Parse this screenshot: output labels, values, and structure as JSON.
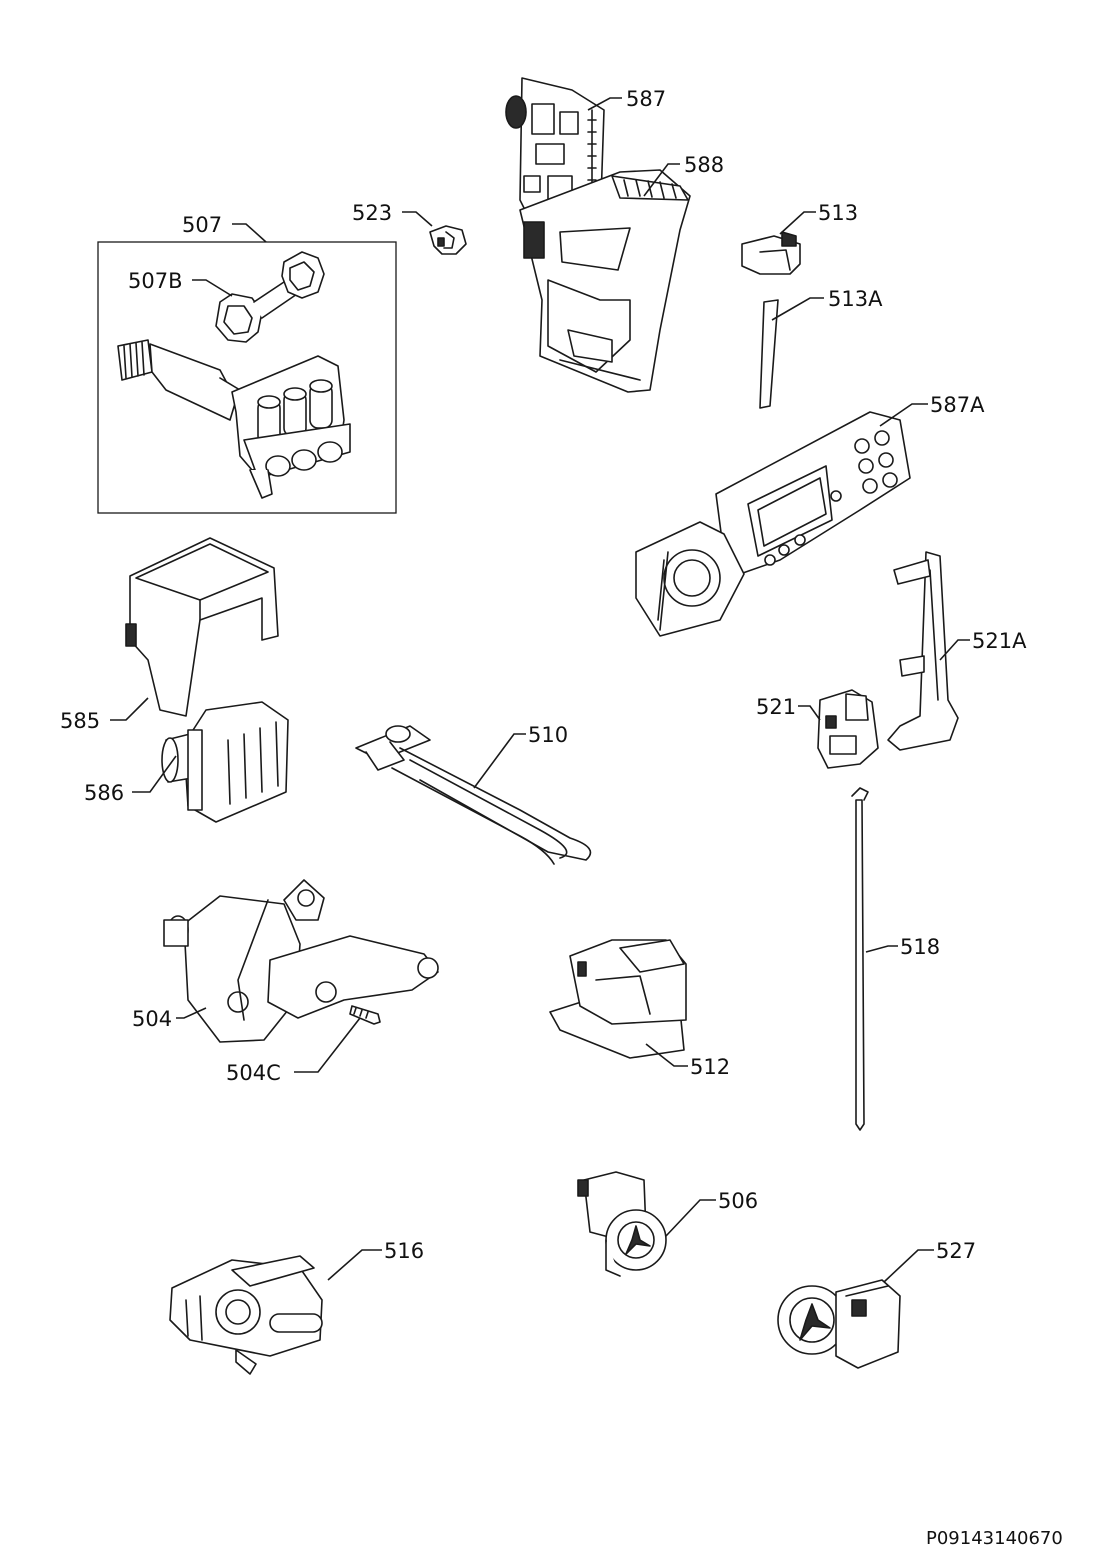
{
  "diagram": {
    "labels": {
      "p504": "504",
      "p504c": "504C",
      "p506": "506",
      "p507": "507",
      "p507b": "507B",
      "p510": "510",
      "p512": "512",
      "p513": "513",
      "p513a": "513A",
      "p516": "516",
      "p518": "518",
      "p521": "521",
      "p521a": "521A",
      "p523": "523",
      "p527": "527",
      "p585": "585",
      "p586": "586",
      "p587": "587",
      "p587a": "587A",
      "p588": "588"
    },
    "reference_code": "P09143140670"
  }
}
